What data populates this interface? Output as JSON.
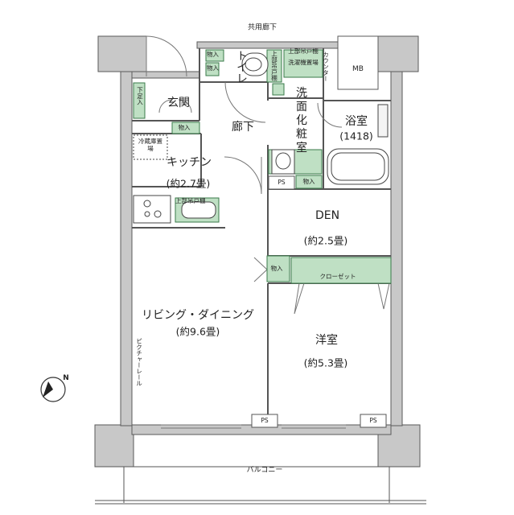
{
  "header": {
    "corridor": "共用廊下"
  },
  "rooms": {
    "entrance": "玄関",
    "toilet": "トイレ",
    "hallway": "廊下",
    "washroom": "洗面化粧室",
    "bathroom": {
      "name": "浴室",
      "size": "(1418)"
    },
    "kitchen": {
      "name": "キッチン",
      "area": "(約2.7畳)"
    },
    "den": {
      "name": "DEN",
      "area": "(約2.5畳)"
    },
    "living": {
      "name": "リビング・ダイニング",
      "area": "(約9.6畳)"
    },
    "western": {
      "name": "洋室",
      "area": "(約5.3畳)"
    },
    "balcony": "バルコニー",
    "mb": "MB"
  },
  "fixtures": {
    "storage": "物入",
    "shoe_rack": "下足入",
    "fridge": "冷蔵庫置場",
    "washer": "洗濯機置場",
    "counter": "カウンター",
    "upper_cabinet": "上部吊戸棚",
    "closet": "クローゼット",
    "ps": "PS",
    "picture_rail": "ピクチャーレール",
    "north": "N"
  },
  "colors": {
    "wall": "#c8c8c8",
    "wall_stroke": "#5a5a5a",
    "storage_green": "#bfe0c4",
    "storage_stroke": "#3a7a4a"
  }
}
